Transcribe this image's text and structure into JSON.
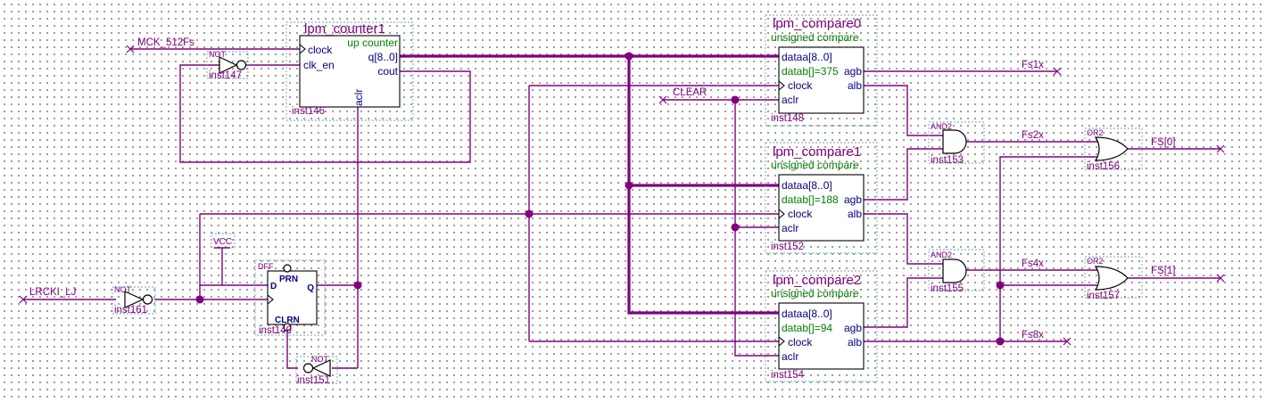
{
  "counter": {
    "title": "lpm_counter1",
    "pin_clock": "clock",
    "pin_clk_en": "clk_en",
    "param": "up counter",
    "pin_q": "q[8..0]",
    "pin_cout": "cout",
    "pin_aclr": "aclr",
    "inst": "inst146"
  },
  "compare0": {
    "title": "lpm_compare0",
    "param": "unsigned compare",
    "pin_dataa": "dataa[8..0]",
    "pin_datab": "datab[]=375",
    "pin_agb": "agb",
    "pin_clock": "clock",
    "pin_alb": "alb",
    "pin_aclr": "aclr",
    "inst": "inst148"
  },
  "compare1": {
    "title": "lpm_compare1",
    "param": "unsigned compare",
    "pin_dataa": "dataa[8..0]",
    "pin_datab": "datab[]=188",
    "pin_agb": "agb",
    "pin_clock": "clock",
    "pin_alb": "alb",
    "pin_aclr": "aclr",
    "inst": "inst152"
  },
  "compare2": {
    "title": "lpm_compare2",
    "param": "unsigned compare",
    "pin_dataa": "dataa[8..0]",
    "pin_datab": "datab[]=94",
    "pin_agb": "agb",
    "pin_clock": "clock",
    "pin_alb": "alb",
    "pin_aclr": "aclr",
    "inst": "inst154"
  },
  "not147": {
    "prim": "NOT",
    "inst": "inst147"
  },
  "not161": {
    "prim": "NOT",
    "inst": "inst161"
  },
  "not151": {
    "prim": "NOT",
    "inst": "inst151"
  },
  "dff": {
    "prim": "DFF",
    "pin_d": "D",
    "pin_prn": "PRN",
    "pin_q": "Q",
    "pin_clrn": "CLRN",
    "inst": "inst149"
  },
  "vcc": "VCC",
  "and153": {
    "prim": "AND2",
    "inst": "inst153"
  },
  "and155": {
    "prim": "AND2",
    "inst": "inst155"
  },
  "or156": {
    "prim": "OR2",
    "inst": "inst156"
  },
  "or157": {
    "prim": "OR2",
    "inst": "inst157"
  },
  "nets": {
    "mck": "MCK_512Fs",
    "lrck": "LRCKI_LJ",
    "clear": "CLEAR",
    "fs1x": "Fs1x",
    "fs2x": "Fs2x",
    "fs4x": "Fs4x",
    "fs8x": "Fs8x",
    "fs0": "FS[0]",
    "fs1": "FS[1]"
  },
  "colors": {
    "wire": "#800080",
    "pin_text": "#000080",
    "param_text": "#008000",
    "block_border": "#000000",
    "dotted_border": "#66aaaa",
    "grid_dot": "#808080"
  }
}
